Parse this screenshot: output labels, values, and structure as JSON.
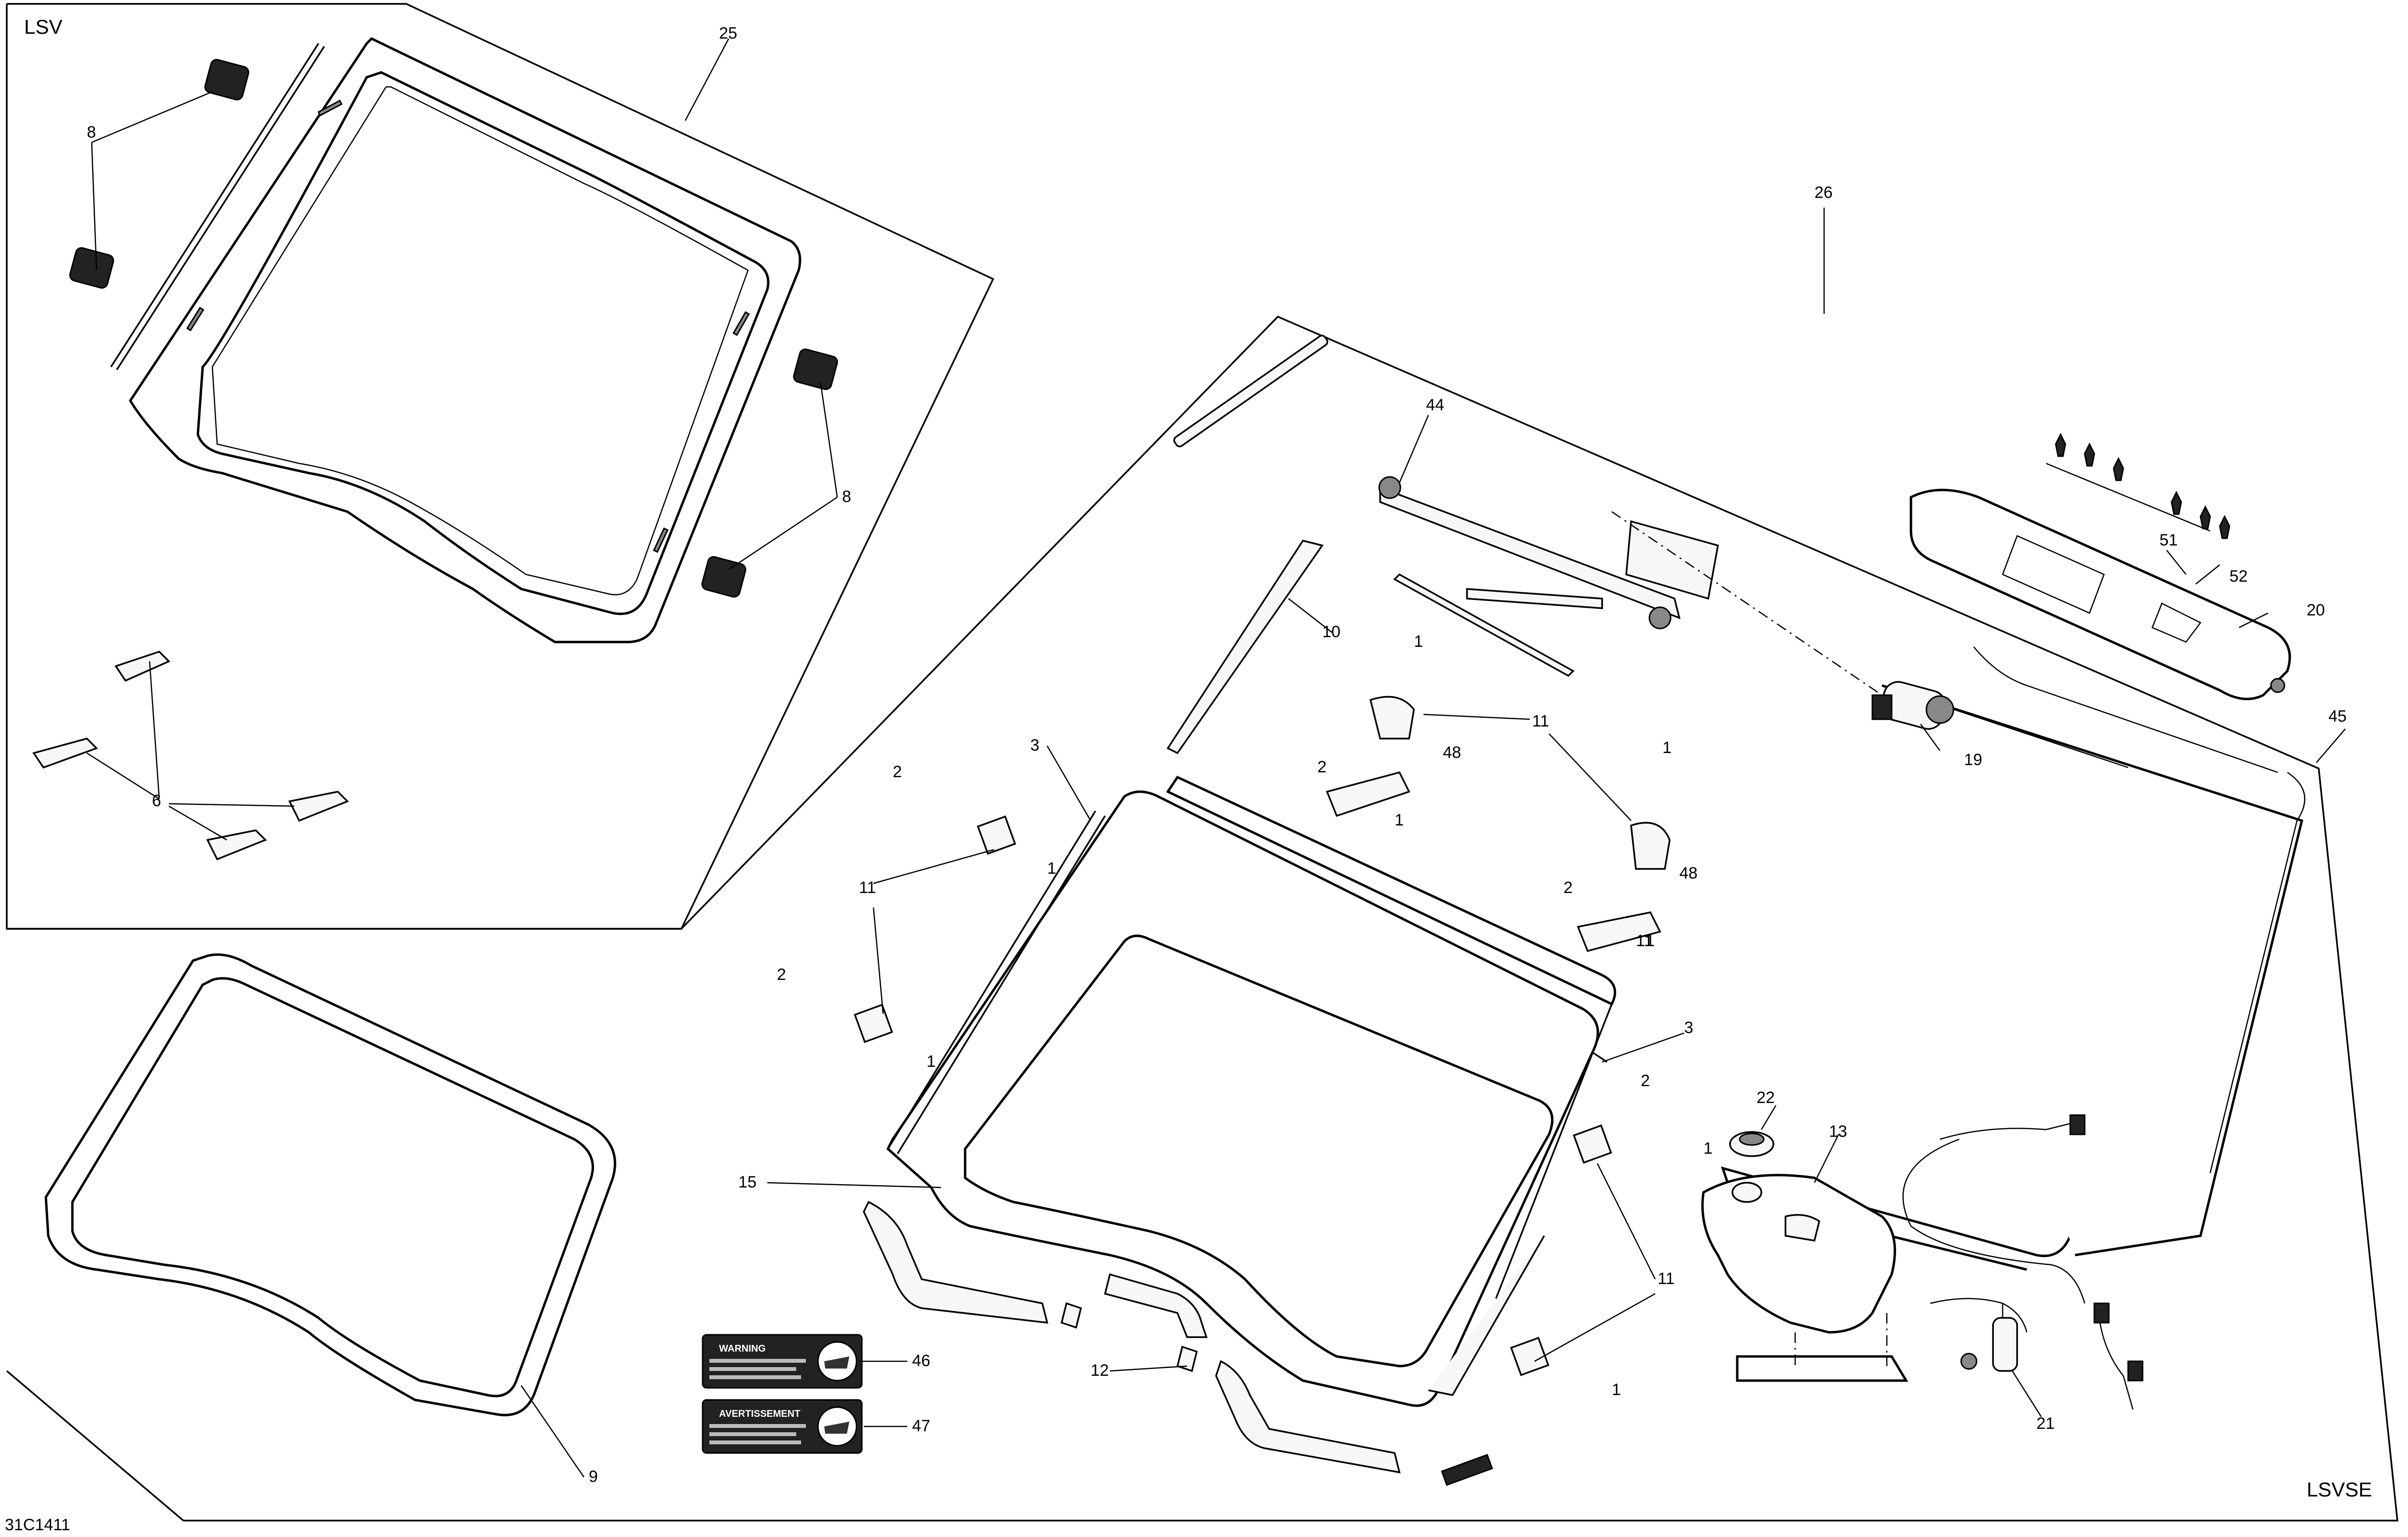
{
  "diagram": {
    "code": "31C1411",
    "group_lsv": "LSV",
    "group_lsvse": "LSVSE"
  },
  "callouts": {
    "c1a": "1",
    "c1b": "1",
    "c1c": "1",
    "c1d": "1",
    "c1e": "1",
    "c1f": "1",
    "c1g": "1",
    "c1h": "1",
    "c2a": "2",
    "c2b": "2",
    "c2c": "2",
    "c2d": "2",
    "c2e": "2",
    "c3a": "3",
    "c3b": "3",
    "c6": "6",
    "c8a": "8",
    "c8b": "8",
    "c9": "9",
    "c10": "10",
    "c11a": "11",
    "c11b": "11",
    "c11c": "11",
    "c11d": "11",
    "c12": "12",
    "c13": "13",
    "c15": "15",
    "c19": "19",
    "c20": "20",
    "c21": "21",
    "c22": "22",
    "c25": "25",
    "c26": "26",
    "c44": "44",
    "c45": "45",
    "c46": "46",
    "c47": "47",
    "c48a": "48",
    "c48b": "48",
    "c51": "51",
    "c52": "52"
  },
  "decals": {
    "warning": "WARNING",
    "avertissement": "AVERTISSEMENT"
  }
}
